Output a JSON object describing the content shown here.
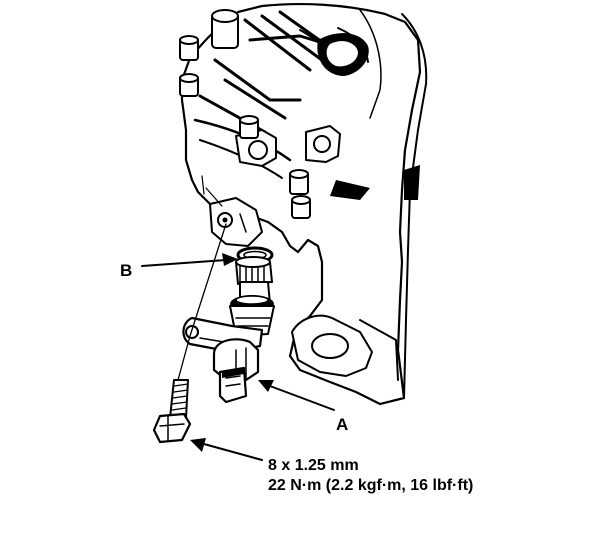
{
  "labels": {
    "callout_b": "B",
    "callout_a": "A",
    "bolt_size": "8 x 1.25 mm",
    "bolt_torque": "22 N·m (2.2 kgf·m, 16 lbf·ft)"
  }
}
